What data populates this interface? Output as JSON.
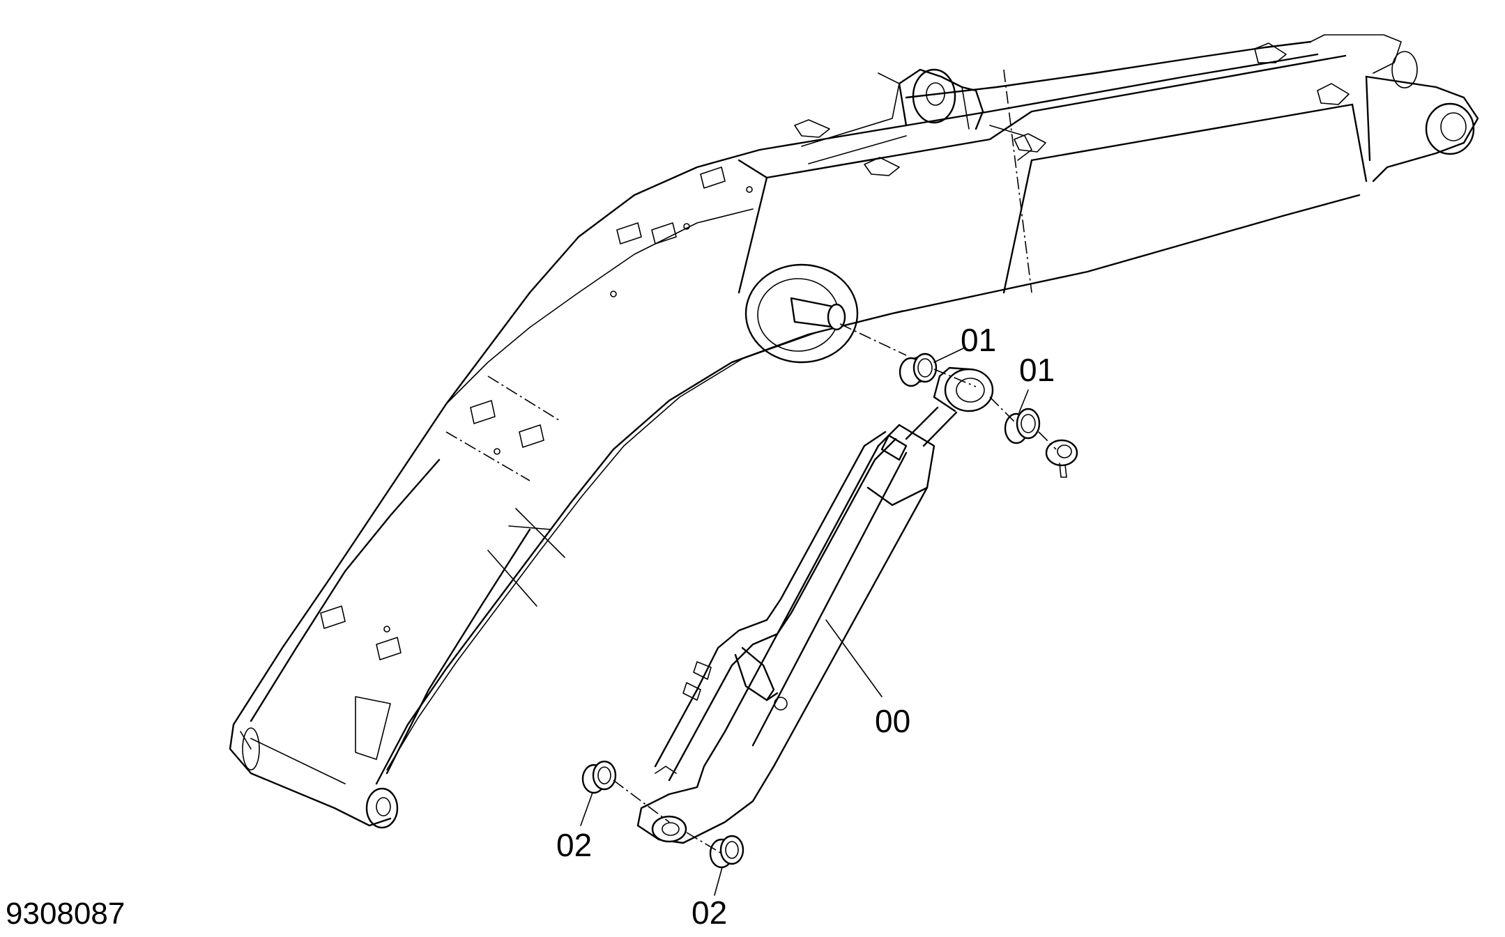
{
  "diagram": {
    "callouts": [
      {
        "id": "c1",
        "text": "01"
      },
      {
        "id": "c2",
        "text": "01"
      },
      {
        "id": "c3",
        "text": "00"
      },
      {
        "id": "c4",
        "text": "02"
      },
      {
        "id": "c5",
        "text": "02"
      }
    ],
    "figure_number": "9308087"
  }
}
